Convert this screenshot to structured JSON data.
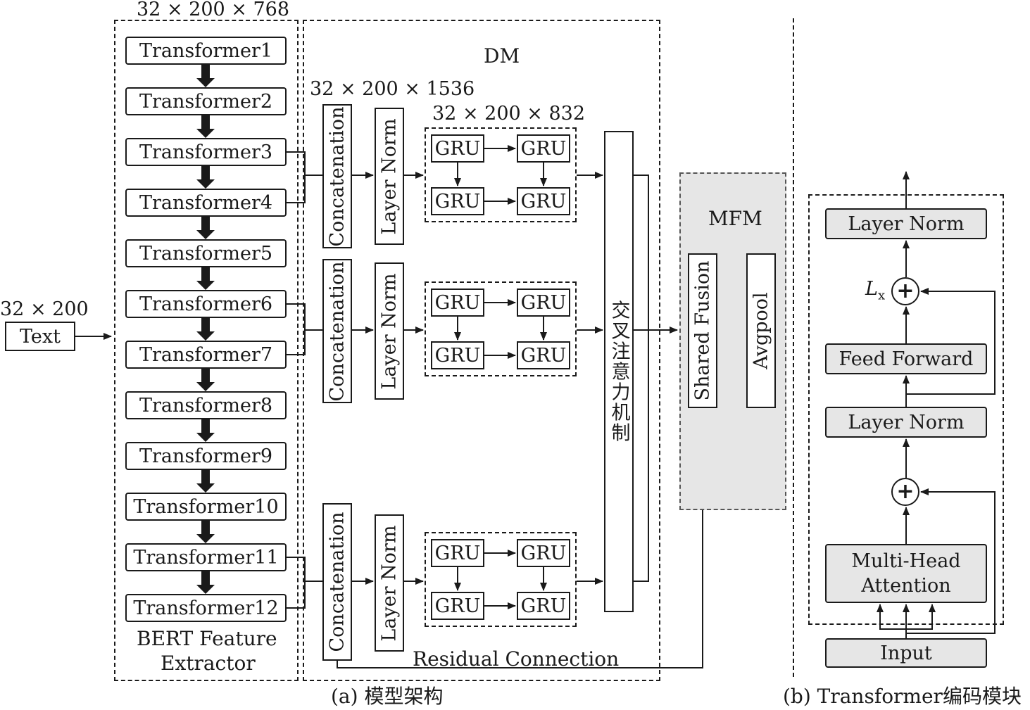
{
  "input": {
    "dims": "32 × 200",
    "label": "Text"
  },
  "bert": {
    "dims": "32 × 200 × 768",
    "layers": [
      "Transformer1",
      "Transformer2",
      "Transformer3",
      "Transformer4",
      "Transformer5",
      "Transformer6",
      "Transformer7",
      "Transformer8",
      "Transformer9",
      "Transformer10",
      "Transformer11",
      "Transformer12"
    ],
    "caption_line1": "BERT Feature",
    "caption_line2": "Extractor"
  },
  "dm": {
    "title": "DM",
    "concat_dims": "32 × 200 × 1536",
    "gru_dims": "32 × 200 × 832",
    "concat_label": "Concatenation",
    "norm_label": "Layer Norm",
    "gru_label": "GRU",
    "cross_attention_label": "交叉注意力机制",
    "residual_label": "Residual Connection"
  },
  "mfm": {
    "title": "MFM",
    "shared_fusion": "Shared Fusion",
    "avgpool": "Avgpool"
  },
  "transformer_block": {
    "layer_norm_top": "Layer Norm",
    "lx_label": "L",
    "lx_sub": "x",
    "feed_forward": "Feed Forward",
    "layer_norm_mid": "Layer Norm",
    "mha_line1": "Multi-Head",
    "mha_line2": "Attention",
    "input": "Input",
    "plus_symbol": "+"
  },
  "captions": {
    "a": "(a) 模型架构",
    "b": "(b) Transformer编码模块"
  }
}
